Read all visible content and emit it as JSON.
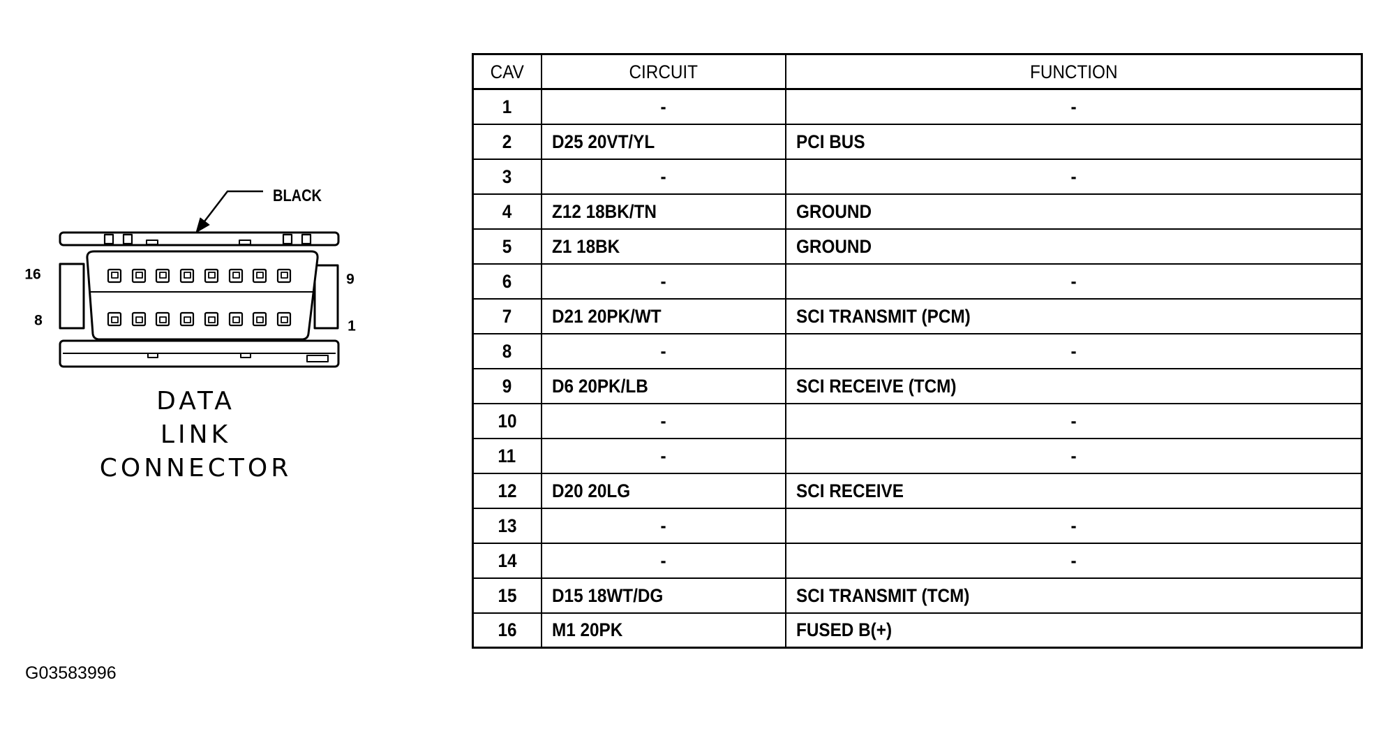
{
  "colors": {
    "ink": "#000000",
    "background": "#ffffff"
  },
  "connector": {
    "callout_label": "BLACK",
    "pin_labels": {
      "top_left": "16",
      "bottom_left": "8",
      "top_right": "9",
      "bottom_right": "1"
    },
    "caption": [
      "DATA",
      "LINK",
      "CONNECTOR"
    ]
  },
  "table": {
    "headers": {
      "cav": "CAV",
      "circuit": "CIRCUIT",
      "function": "FUNCTION"
    },
    "rows": [
      {
        "cav": "1",
        "circuit": "-",
        "function": "-"
      },
      {
        "cav": "2",
        "circuit": "D25 20VT/YL",
        "function": "PCI BUS"
      },
      {
        "cav": "3",
        "circuit": "-",
        "function": "-"
      },
      {
        "cav": "4",
        "circuit": "Z12 18BK/TN",
        "function": "GROUND"
      },
      {
        "cav": "5",
        "circuit": "Z1 18BK",
        "function": "GROUND"
      },
      {
        "cav": "6",
        "circuit": "-",
        "function": "-"
      },
      {
        "cav": "7",
        "circuit": "D21 20PK/WT",
        "function": "SCI TRANSMIT (PCM)"
      },
      {
        "cav": "8",
        "circuit": "-",
        "function": "-"
      },
      {
        "cav": "9",
        "circuit": "D6 20PK/LB",
        "function": "SCI RECEIVE (TCM)"
      },
      {
        "cav": "10",
        "circuit": "-",
        "function": "-"
      },
      {
        "cav": "11",
        "circuit": "-",
        "function": "-"
      },
      {
        "cav": "12",
        "circuit": "D20 20LG",
        "function": "SCI RECEIVE"
      },
      {
        "cav": "13",
        "circuit": "-",
        "function": "-"
      },
      {
        "cav": "14",
        "circuit": "-",
        "function": "-"
      },
      {
        "cav": "15",
        "circuit": "D15 18WT/DG",
        "function": "SCI TRANSMIT (TCM)"
      },
      {
        "cav": "16",
        "circuit": "M1 20PK",
        "function": "FUSED B(+)"
      }
    ]
  },
  "figure_id": "G03583996"
}
